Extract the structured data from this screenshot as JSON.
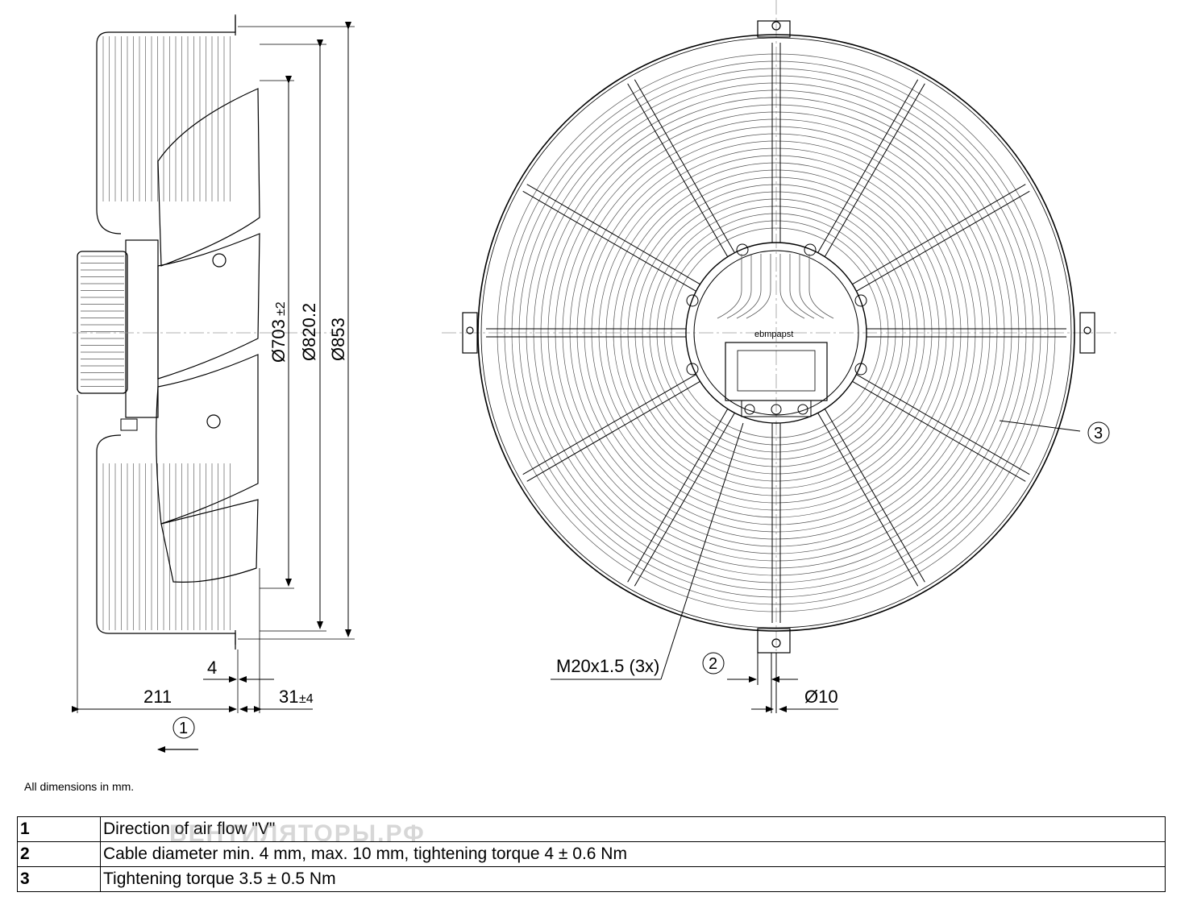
{
  "side_view": {
    "dim_d703": "Ø703",
    "dim_d703_tol": "±2",
    "dim_d820": "Ø820.2",
    "dim_d853": "Ø853",
    "dim_4": "4",
    "dim_211": "211",
    "dim_31": "31",
    "dim_31_tol": "±4",
    "callout_1": "1"
  },
  "front_view": {
    "label_m20": "M20x1.5 (3x)",
    "callout_2": "2",
    "callout_3": "3",
    "dim_d10": "Ø10",
    "brand": "ebmpapst"
  },
  "footer": {
    "note": "All dimensions in mm.",
    "watermark": "ВЕНТИЛЯТОРЫ.РФ"
  },
  "legend": [
    {
      "num": "1",
      "text": "Direction of air flow \"V\""
    },
    {
      "num": "2",
      "text": "Cable diameter min. 4 mm, max. 10 mm, tightening torque 4 ± 0.6 Nm"
    },
    {
      "num": "3",
      "text": "Tightening torque 3.5 ± 0.5 Nm"
    }
  ]
}
